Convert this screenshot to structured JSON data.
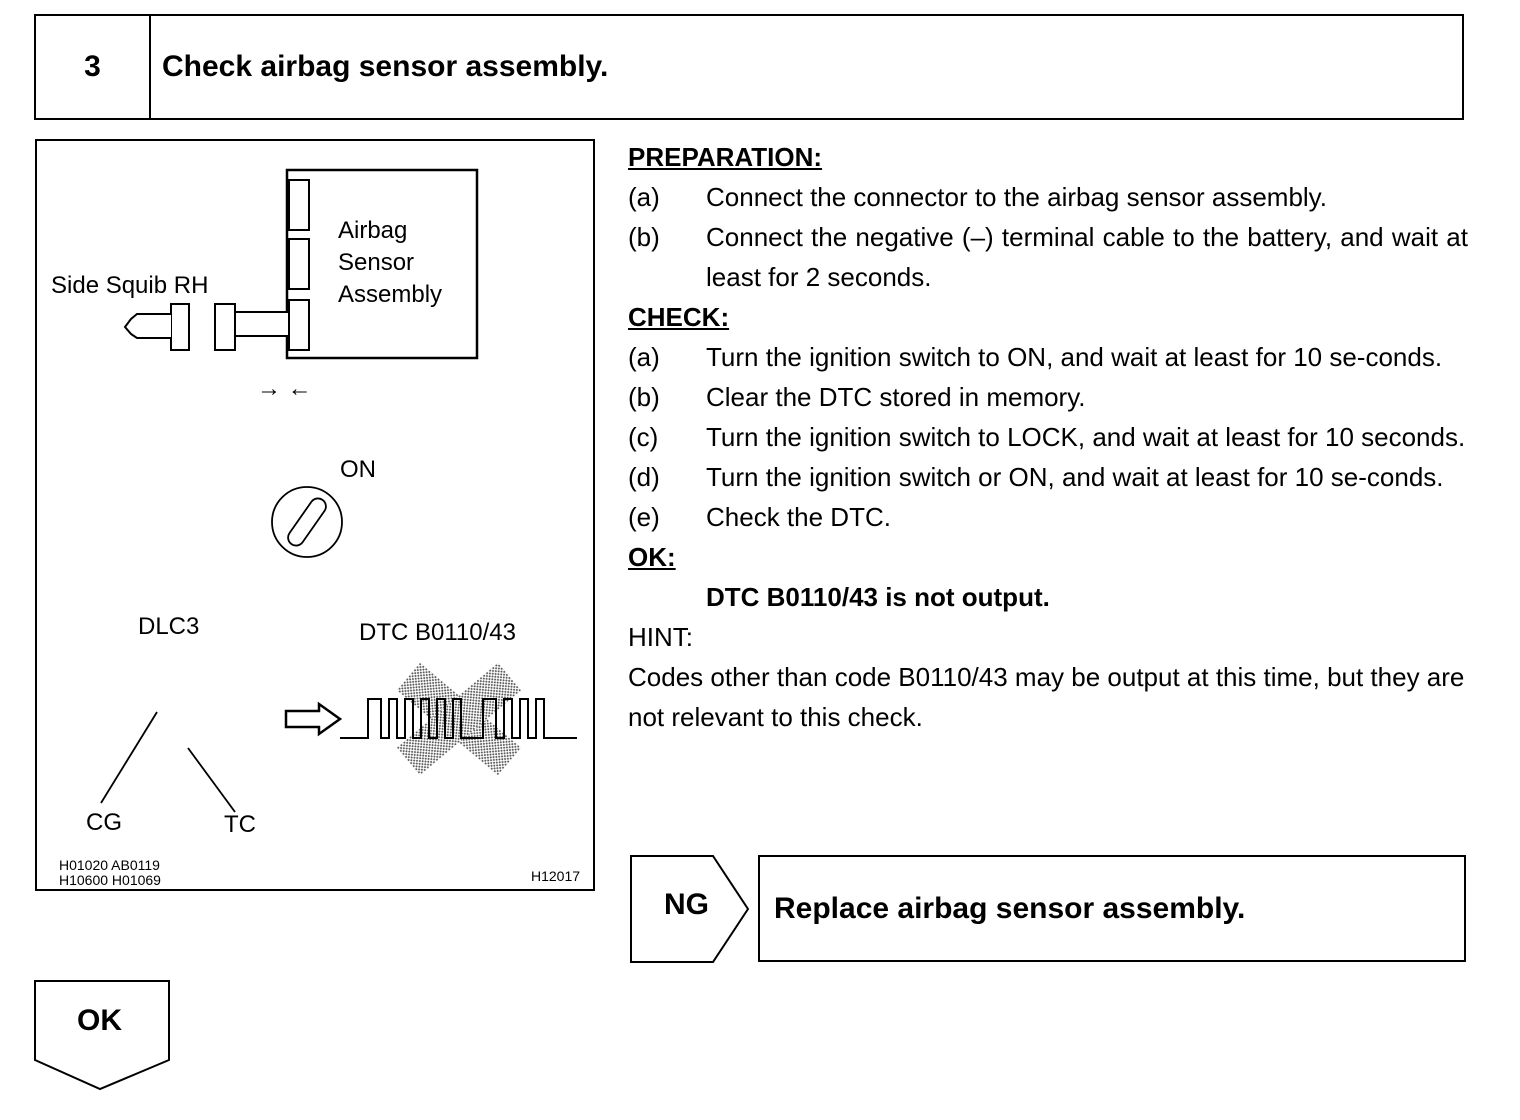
{
  "step": {
    "number": "3",
    "title": "Check airbag sensor assembly."
  },
  "figure": {
    "labels": {
      "side_squib": "Side Squib RH",
      "sensor_line1": "Airbag",
      "sensor_line2": "Sensor",
      "sensor_line3": "Assembly",
      "arrows": "→ ←",
      "on": "ON",
      "dlc3": "DLC3",
      "dtc": "DTC B0110/43",
      "cg": "CG",
      "tc": "TC"
    },
    "codes": {
      "left_line1": "H01020  AB0119",
      "left_line2": "H10600  H01069",
      "right": "H12017"
    }
  },
  "preparation": {
    "heading": "PREPARATION:",
    "items": [
      {
        "label": "(a)",
        "text": "Connect the connector to the airbag sensor assembly."
      },
      {
        "label": "(b)",
        "text": "Connect the negative (–) terminal cable to the battery, and wait at least for 2 seconds."
      }
    ]
  },
  "check": {
    "heading": "CHECK:",
    "items": [
      {
        "label": "(a)",
        "text": "Turn the ignition switch to ON, and wait at least for 10 se-conds."
      },
      {
        "label": "(b)",
        "text": "Clear the DTC stored in memory."
      },
      {
        "label": "(c)",
        "text": "Turn the ignition switch to LOCK, and wait at least for 10 seconds."
      },
      {
        "label": "(d)",
        "text": "Turn the ignition switch or ON, and wait at least for 10 se-conds."
      },
      {
        "label": "(e)",
        "text": "Check the DTC."
      }
    ]
  },
  "ok": {
    "heading": "OK:",
    "result": "DTC B0110/43 is not output."
  },
  "hint": {
    "heading": "HINT:",
    "text": "Codes other than code B0110/43 may be output at this time, but they are not relevant to this check."
  },
  "ng_branch": {
    "label": "NG",
    "action": "Replace airbag sensor assembly."
  },
  "ok_branch": {
    "label": "OK"
  }
}
